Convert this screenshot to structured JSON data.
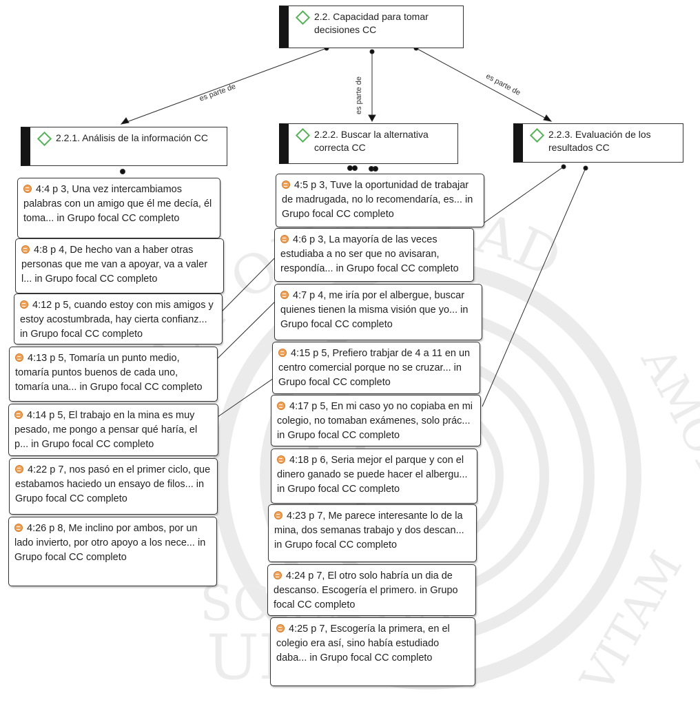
{
  "watermark": {
    "motto_top": "UT OMNES AD",
    "motto_right": "AMORIS",
    "motto_bottom_right": "VITAM",
    "motto_left": "SCIENTIA",
    "univ": "UNI"
  },
  "relation_label": "es parte de",
  "codes": {
    "root": "2.2. Capacidad para tomar decisiones CC",
    "c1": "2.2.1. Análisis de la información CC",
    "c2": "2.2.2. Buscar la alternativa correcta CC",
    "c3": "2.2.3. Evaluación de los resultados CC"
  },
  "quotes": [
    {
      "id": "q44",
      "text": "4:4 p 3, Una vez intercambiamos palabras con un amigo que él  me decía, él toma... in Grupo focal CC completo"
    },
    {
      "id": "q48",
      "text": "4:8 p 4, De hecho van a haber otras personas que me van a apoyar, va a valer l... in Grupo focal CC completo"
    },
    {
      "id": "q412",
      "text": "4:12 p 5, cuando estoy con mis amigos y estoy acostumbrada, hay cierta  confianz... in Grupo focal CC completo"
    },
    {
      "id": "q413",
      "text": "4:13 p 5, Tomaría un punto medio, tomaría puntos buenos de cada uno, tomaría una... in Grupo focal CC completo"
    },
    {
      "id": "q414",
      "text": "4:14 p 5, El trabajo en la mina es muy pesado, me pongo a pensar qué haría, el p... in Grupo focal CC completo"
    },
    {
      "id": "q422",
      "text": "4:22 p 7, nos  pasó en el primer ciclo, que estabamos haciedo un ensayo de filos... in Grupo focal CC completo"
    },
    {
      "id": "q426",
      "text": "4:26 p 8, Me inclino por ambos, por un lado invierto, por otro apoyo a los  nece... in Grupo focal CC completo"
    },
    {
      "id": "q45",
      "text": "4:5 p 3, Tuve la oportunidad de trabajar de madrugada, no lo recomendaría, es... in Grupo focal CC completo"
    },
    {
      "id": "q46",
      "text": "4:6 p 3, La mayoría de las veces estudiaba a no ser que no avisaran, respondía... in Grupo focal CC completo"
    },
    {
      "id": "q47",
      "text": "4:7 p 4, me iría por el  albergue, buscar quienes tienen la misma visión que yo... in Grupo focal CC completo"
    },
    {
      "id": "q415",
      "text": "4:15 p 5, Prefiero trabjar de 4 a 11 en un centro comercial porque no se cruzar... in Grupo focal CC completo"
    },
    {
      "id": "q417",
      "text": "4:17 p 5, En mi caso yo no copiaba en mi colegio, no tomaban exámenes, solo prác... in Grupo focal CC completo"
    },
    {
      "id": "q418",
      "text": "4:18 p 6, Seria mejor el parque y con el dinero ganado se puede hacer el albergu... in Grupo focal CC completo"
    },
    {
      "id": "q423",
      "text": "4:23 p 7, Me parece interesante lo de la mina, dos semanas trabajo y dos  descan... in Grupo focal CC completo"
    },
    {
      "id": "q424",
      "text": "4:24 p 7, El otro solo habría un  dia de descanso. Escogería el primero. in Grupo focal CC completo"
    },
    {
      "id": "q425",
      "text": "4:25 p 7, Escogería la primera, en el colegio era así, sino había estudiado daba... in Grupo focal CC completo"
    }
  ]
}
